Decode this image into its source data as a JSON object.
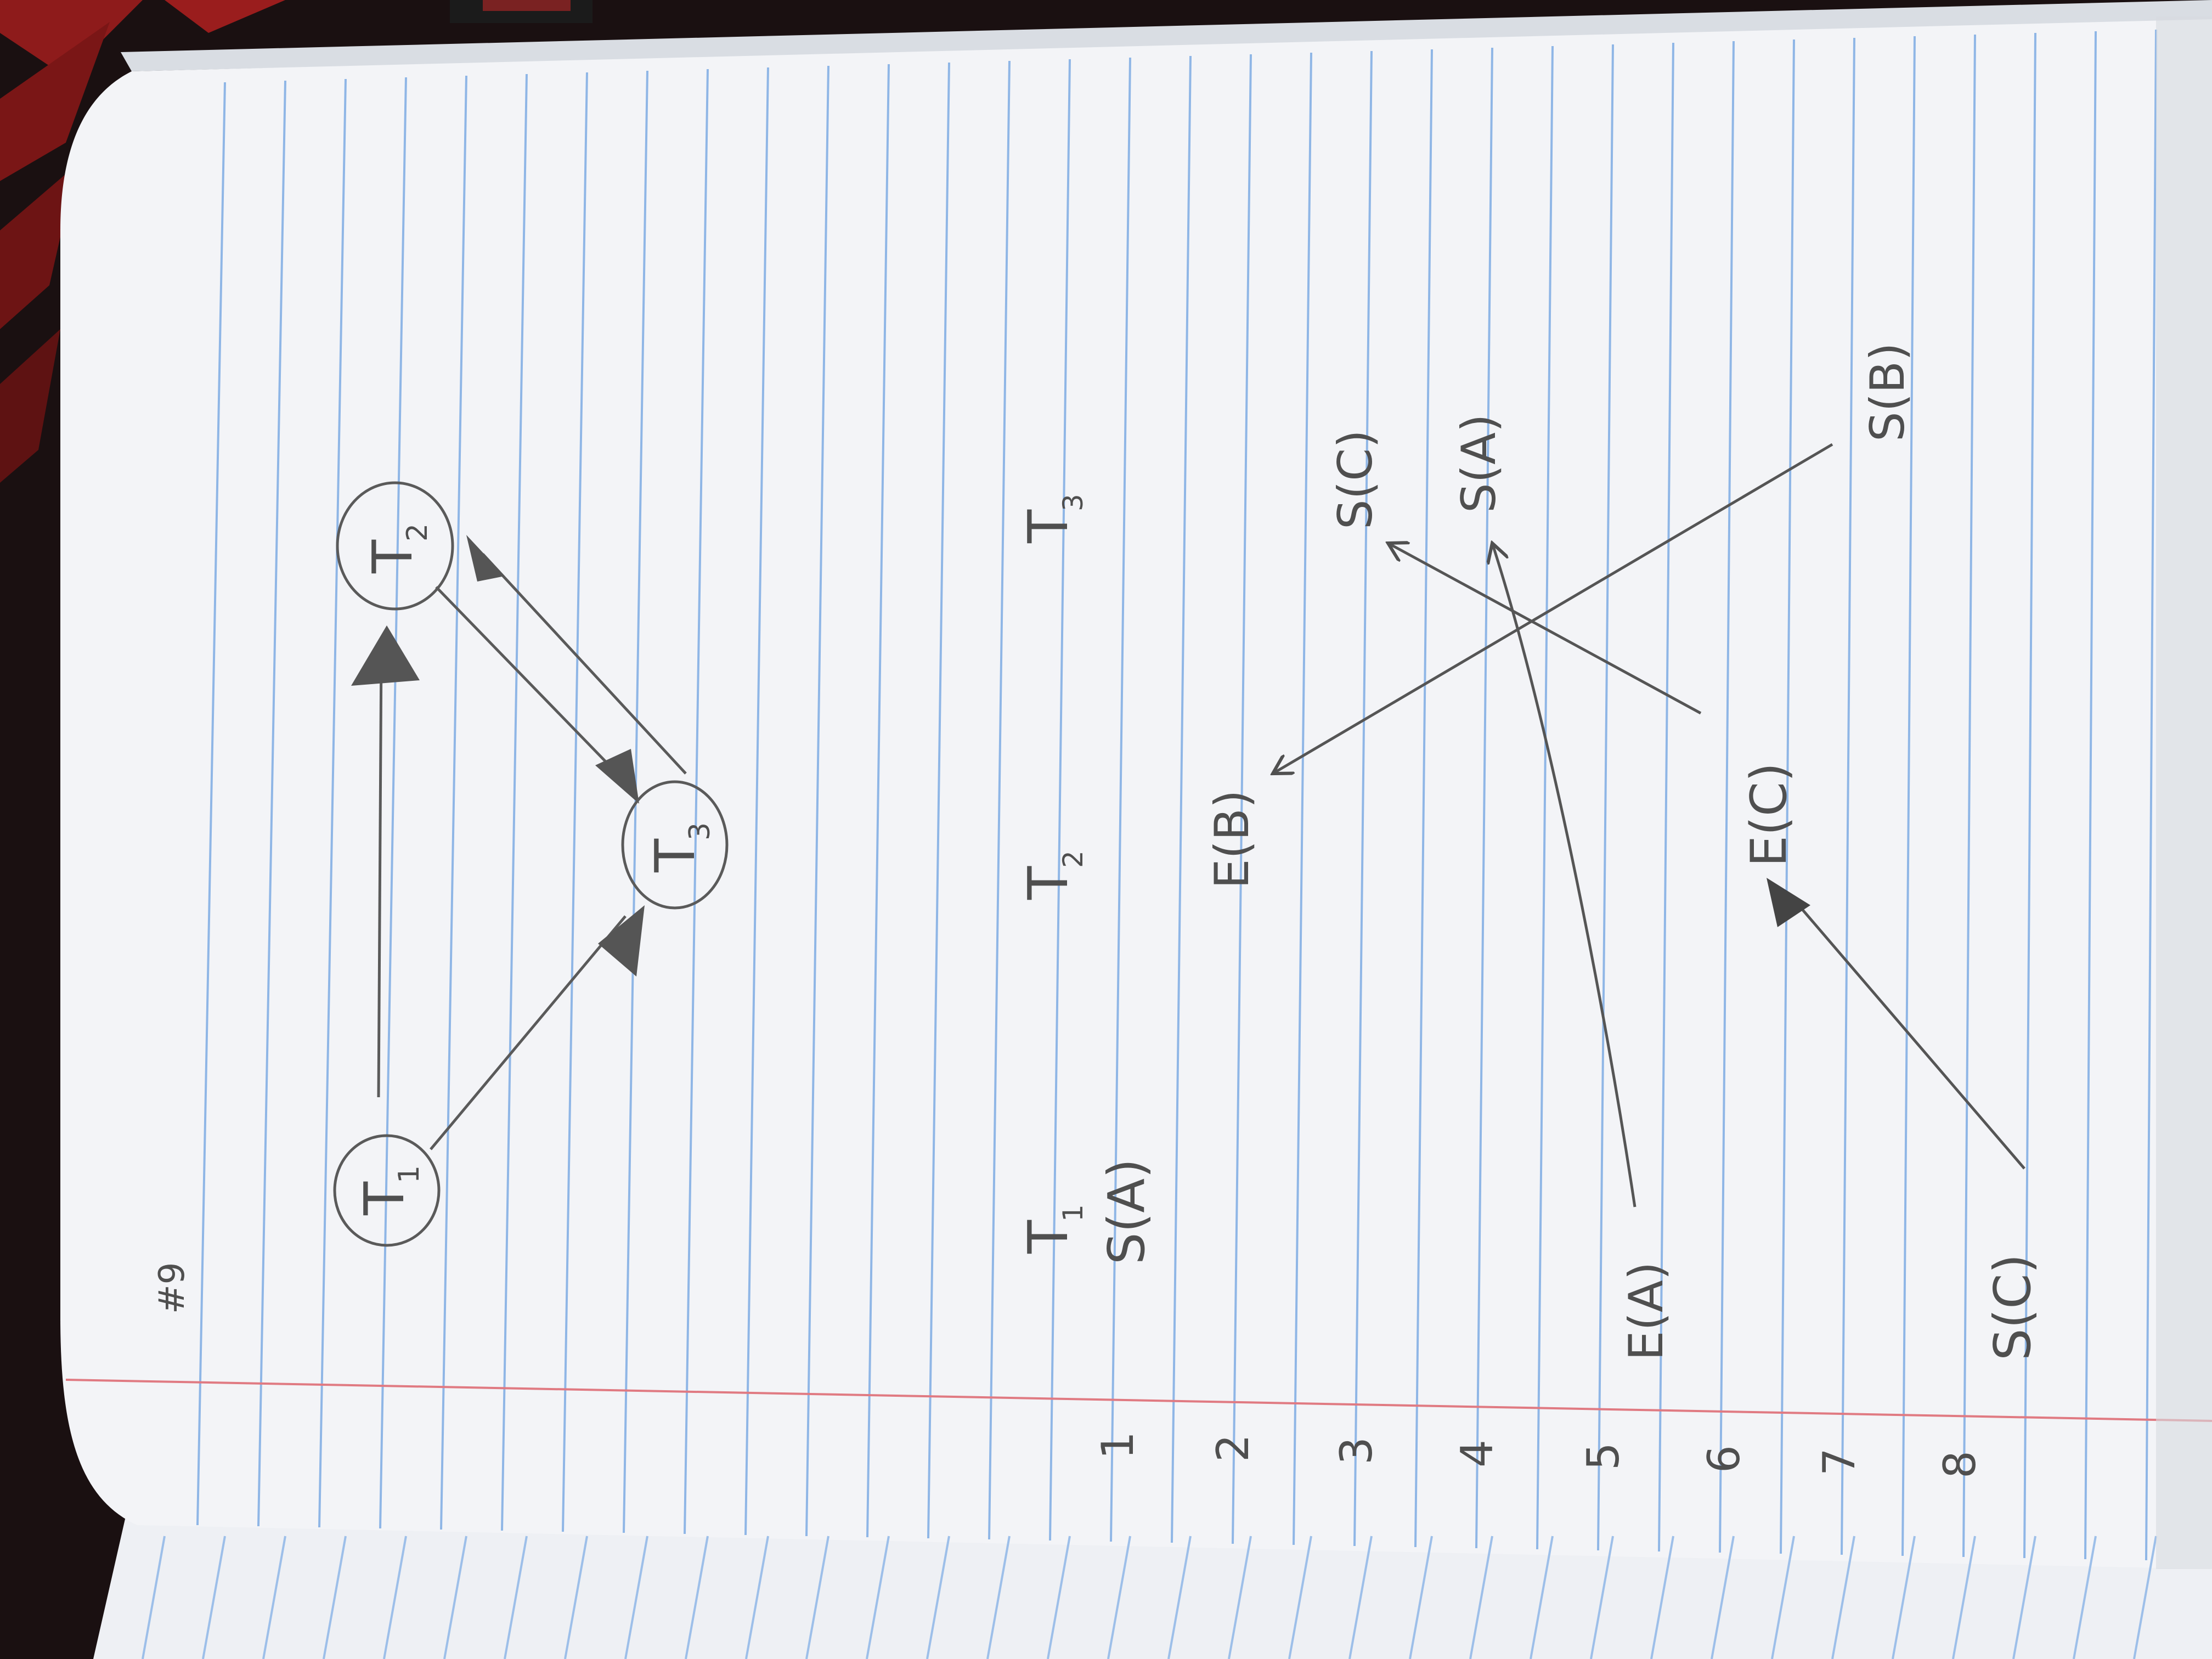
{
  "page_label": "#9",
  "graph": {
    "nodes": [
      {
        "id": "T1",
        "letter": "T",
        "sub": "1"
      },
      {
        "id": "T2",
        "letter": "T",
        "sub": "2"
      },
      {
        "id": "T3",
        "letter": "T",
        "sub": "3"
      }
    ],
    "edges": [
      {
        "from": "T1",
        "to": "T2"
      },
      {
        "from": "T1",
        "to": "T3"
      },
      {
        "from": "T2",
        "to": "T3"
      },
      {
        "from": "T3",
        "to": "T2"
      }
    ]
  },
  "schedule": {
    "columns": [
      {
        "id": "T1",
        "letter": "T",
        "sub": "1"
      },
      {
        "id": "T2",
        "letter": "T",
        "sub": "2"
      },
      {
        "id": "T3",
        "letter": "T",
        "sub": "3"
      }
    ],
    "rows": [
      "1",
      "2",
      "3",
      "4",
      "5",
      "6",
      "7",
      "8"
    ],
    "operations": [
      {
        "row": "1",
        "txn": "T1",
        "label": "S(A)"
      },
      {
        "row": "2",
        "txn": "T2",
        "label": "E(B)"
      },
      {
        "row": "3",
        "txn": "T3",
        "label": "S(C)"
      },
      {
        "row": "4",
        "txn": "T3",
        "label": "S(A)"
      },
      {
        "row": "5",
        "txn": "T1",
        "label": "E(A)"
      },
      {
        "row": "6",
        "txn": "T2",
        "label": "E(C)"
      },
      {
        "row": "7",
        "txn": "T3",
        "label": "S(B)"
      },
      {
        "row": "8",
        "txn": "T1",
        "label": "S(C)"
      }
    ]
  }
}
